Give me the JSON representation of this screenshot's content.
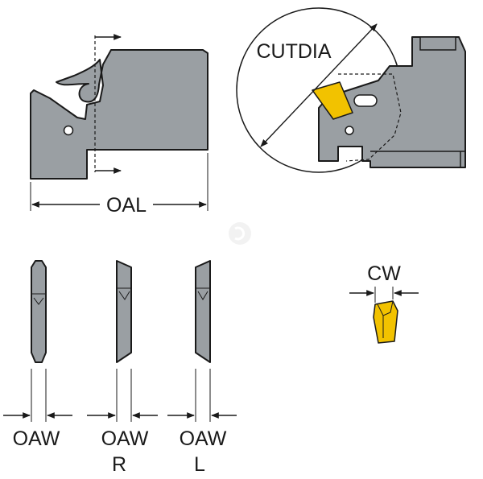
{
  "labels": {
    "cutdia": "CUTDIA",
    "oal": "OAL",
    "cw": "CW",
    "oaw_neutral": "OAW",
    "oaw_right": "OAW",
    "oaw_left": "OAW",
    "hand_right": "R",
    "hand_left": "L"
  },
  "colors": {
    "blade_fill": "#9a9fa3",
    "blade_stroke": "#1a1a1a",
    "insert_yellow": "#f2c200",
    "background": "#ffffff"
  },
  "icons": {
    "watermark": "sandvik-logo-icon"
  }
}
